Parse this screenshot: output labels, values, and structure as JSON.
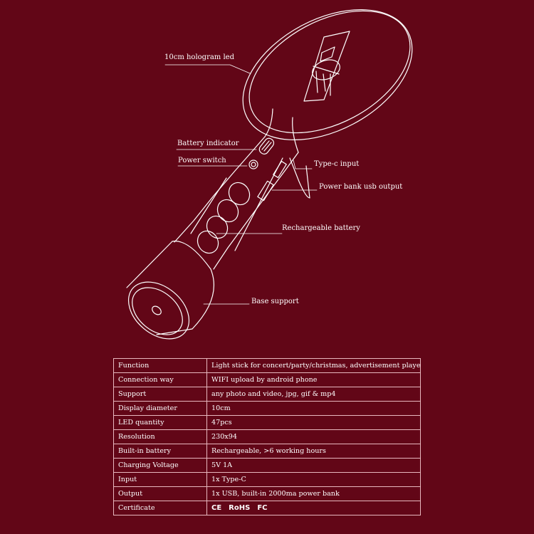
{
  "labels": {
    "hologram": "10cm hologram led",
    "battery_indicator": "Battery indicator",
    "power_switch": "Power switch",
    "typec_input": "Type-c input",
    "powerbank_output": "Power bank usb output",
    "rechargeable_battery": "Rechargeable battery",
    "base_support": "Base support"
  },
  "specs": [
    {
      "key": "Function",
      "value": "Light stick for concert/party/christmas, advertisement player"
    },
    {
      "key": "Connection way",
      "value": "WIFI upload by android phone"
    },
    {
      "key": "Support",
      "value": "any photo and video, jpg, gif & mp4"
    },
    {
      "key": "Display diameter",
      "value": "10cm"
    },
    {
      "key": "LED quantity",
      "value": "47pcs"
    },
    {
      "key": "Resolution",
      "value": "230x94"
    },
    {
      "key": "Built-in battery",
      "value": "Rechargeable, >6 working hours"
    },
    {
      "key": "Charging Voltage",
      "value": "5V 1A"
    },
    {
      "key": "Input",
      "value": "1x Type-C"
    },
    {
      "key": "Output",
      "value": "1x USB, built-in 2000ma power bank"
    },
    {
      "key": "Certificate",
      "value": ""
    }
  ],
  "certificates": [
    "CE",
    "RoHS",
    "FC"
  ],
  "colors": {
    "background": "#620617",
    "line": "#ffffff",
    "table_border": "#e8b8bf"
  }
}
